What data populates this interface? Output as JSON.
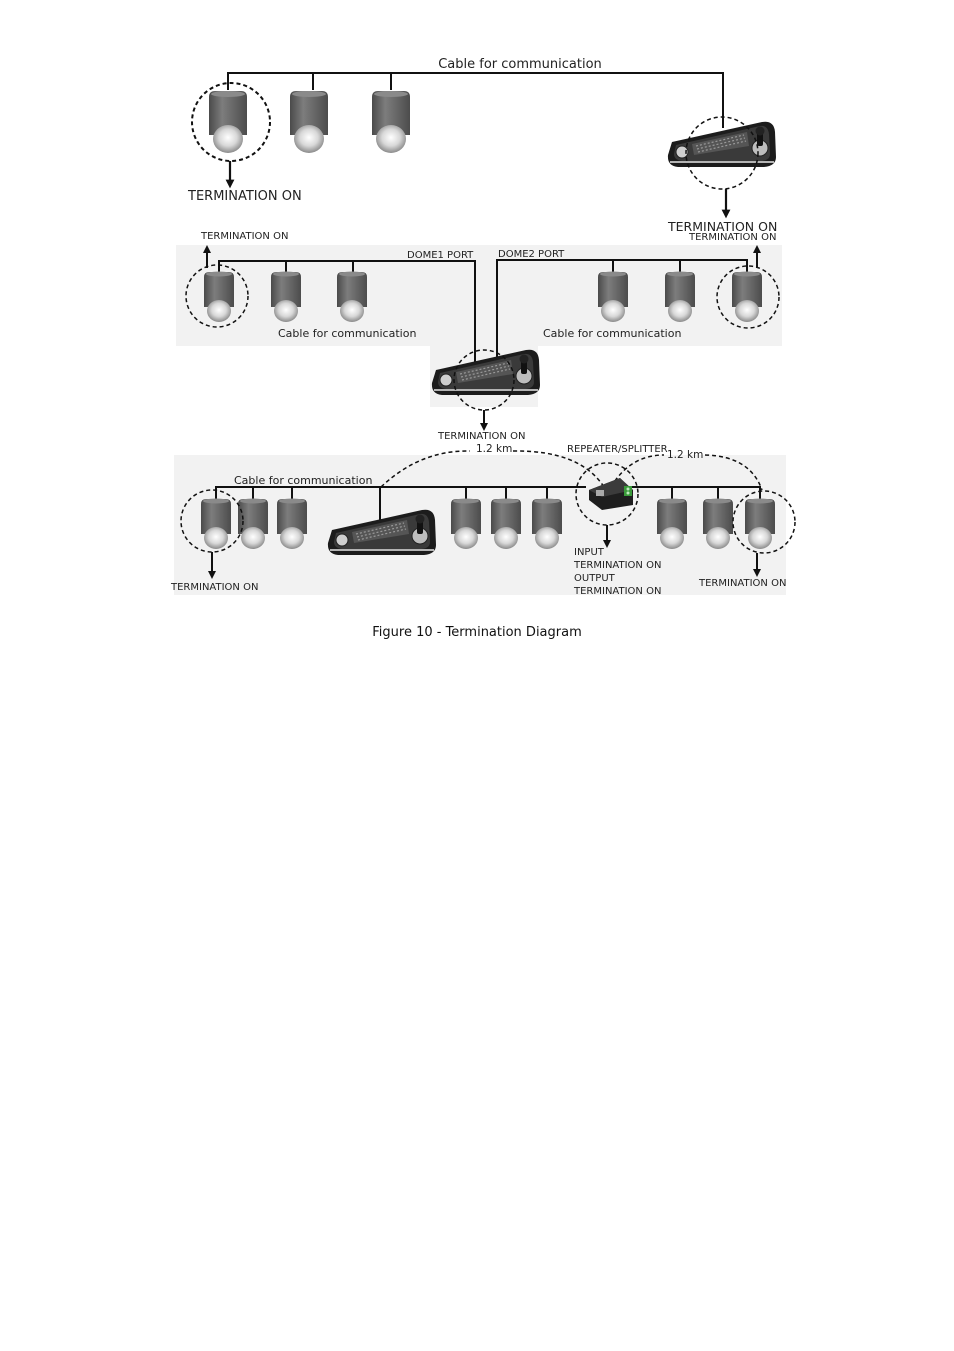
{
  "diagram": {
    "section1": {
      "cable_label": "Cable for communication",
      "term_left": "TERMINATION ON",
      "term_right": "TERMINATION ON"
    },
    "section2": {
      "term_left": "TERMINATION ON",
      "term_right": "TERMINATION ON",
      "dome1_port": "DOME1 PORT",
      "dome2_port": "DOME2 PORT",
      "cable_left": "Cable for communication",
      "cable_right": "Cable for communication",
      "term_center": "TERMINATION ON"
    },
    "section3": {
      "distance_1": "1.2 km",
      "repeater_label": "REPEATER/SPLITTER",
      "distance_2": "1.2 km",
      "cable_label": "Cable for communication",
      "repeater_input": "INPUT",
      "repeater_input_term": "TERMINATION ON",
      "repeater_output": "OUTPUT",
      "repeater_output_term": "TERMINATION ON",
      "term_left": "TERMINATION ON",
      "term_right": "TERMINATION ON"
    }
  },
  "caption": "Figure 10 - Termination Diagram",
  "colors": {
    "background": "#ffffff",
    "camera_body": "#6e6e6e",
    "panel": "#f2f2f2",
    "line": "#111111"
  }
}
